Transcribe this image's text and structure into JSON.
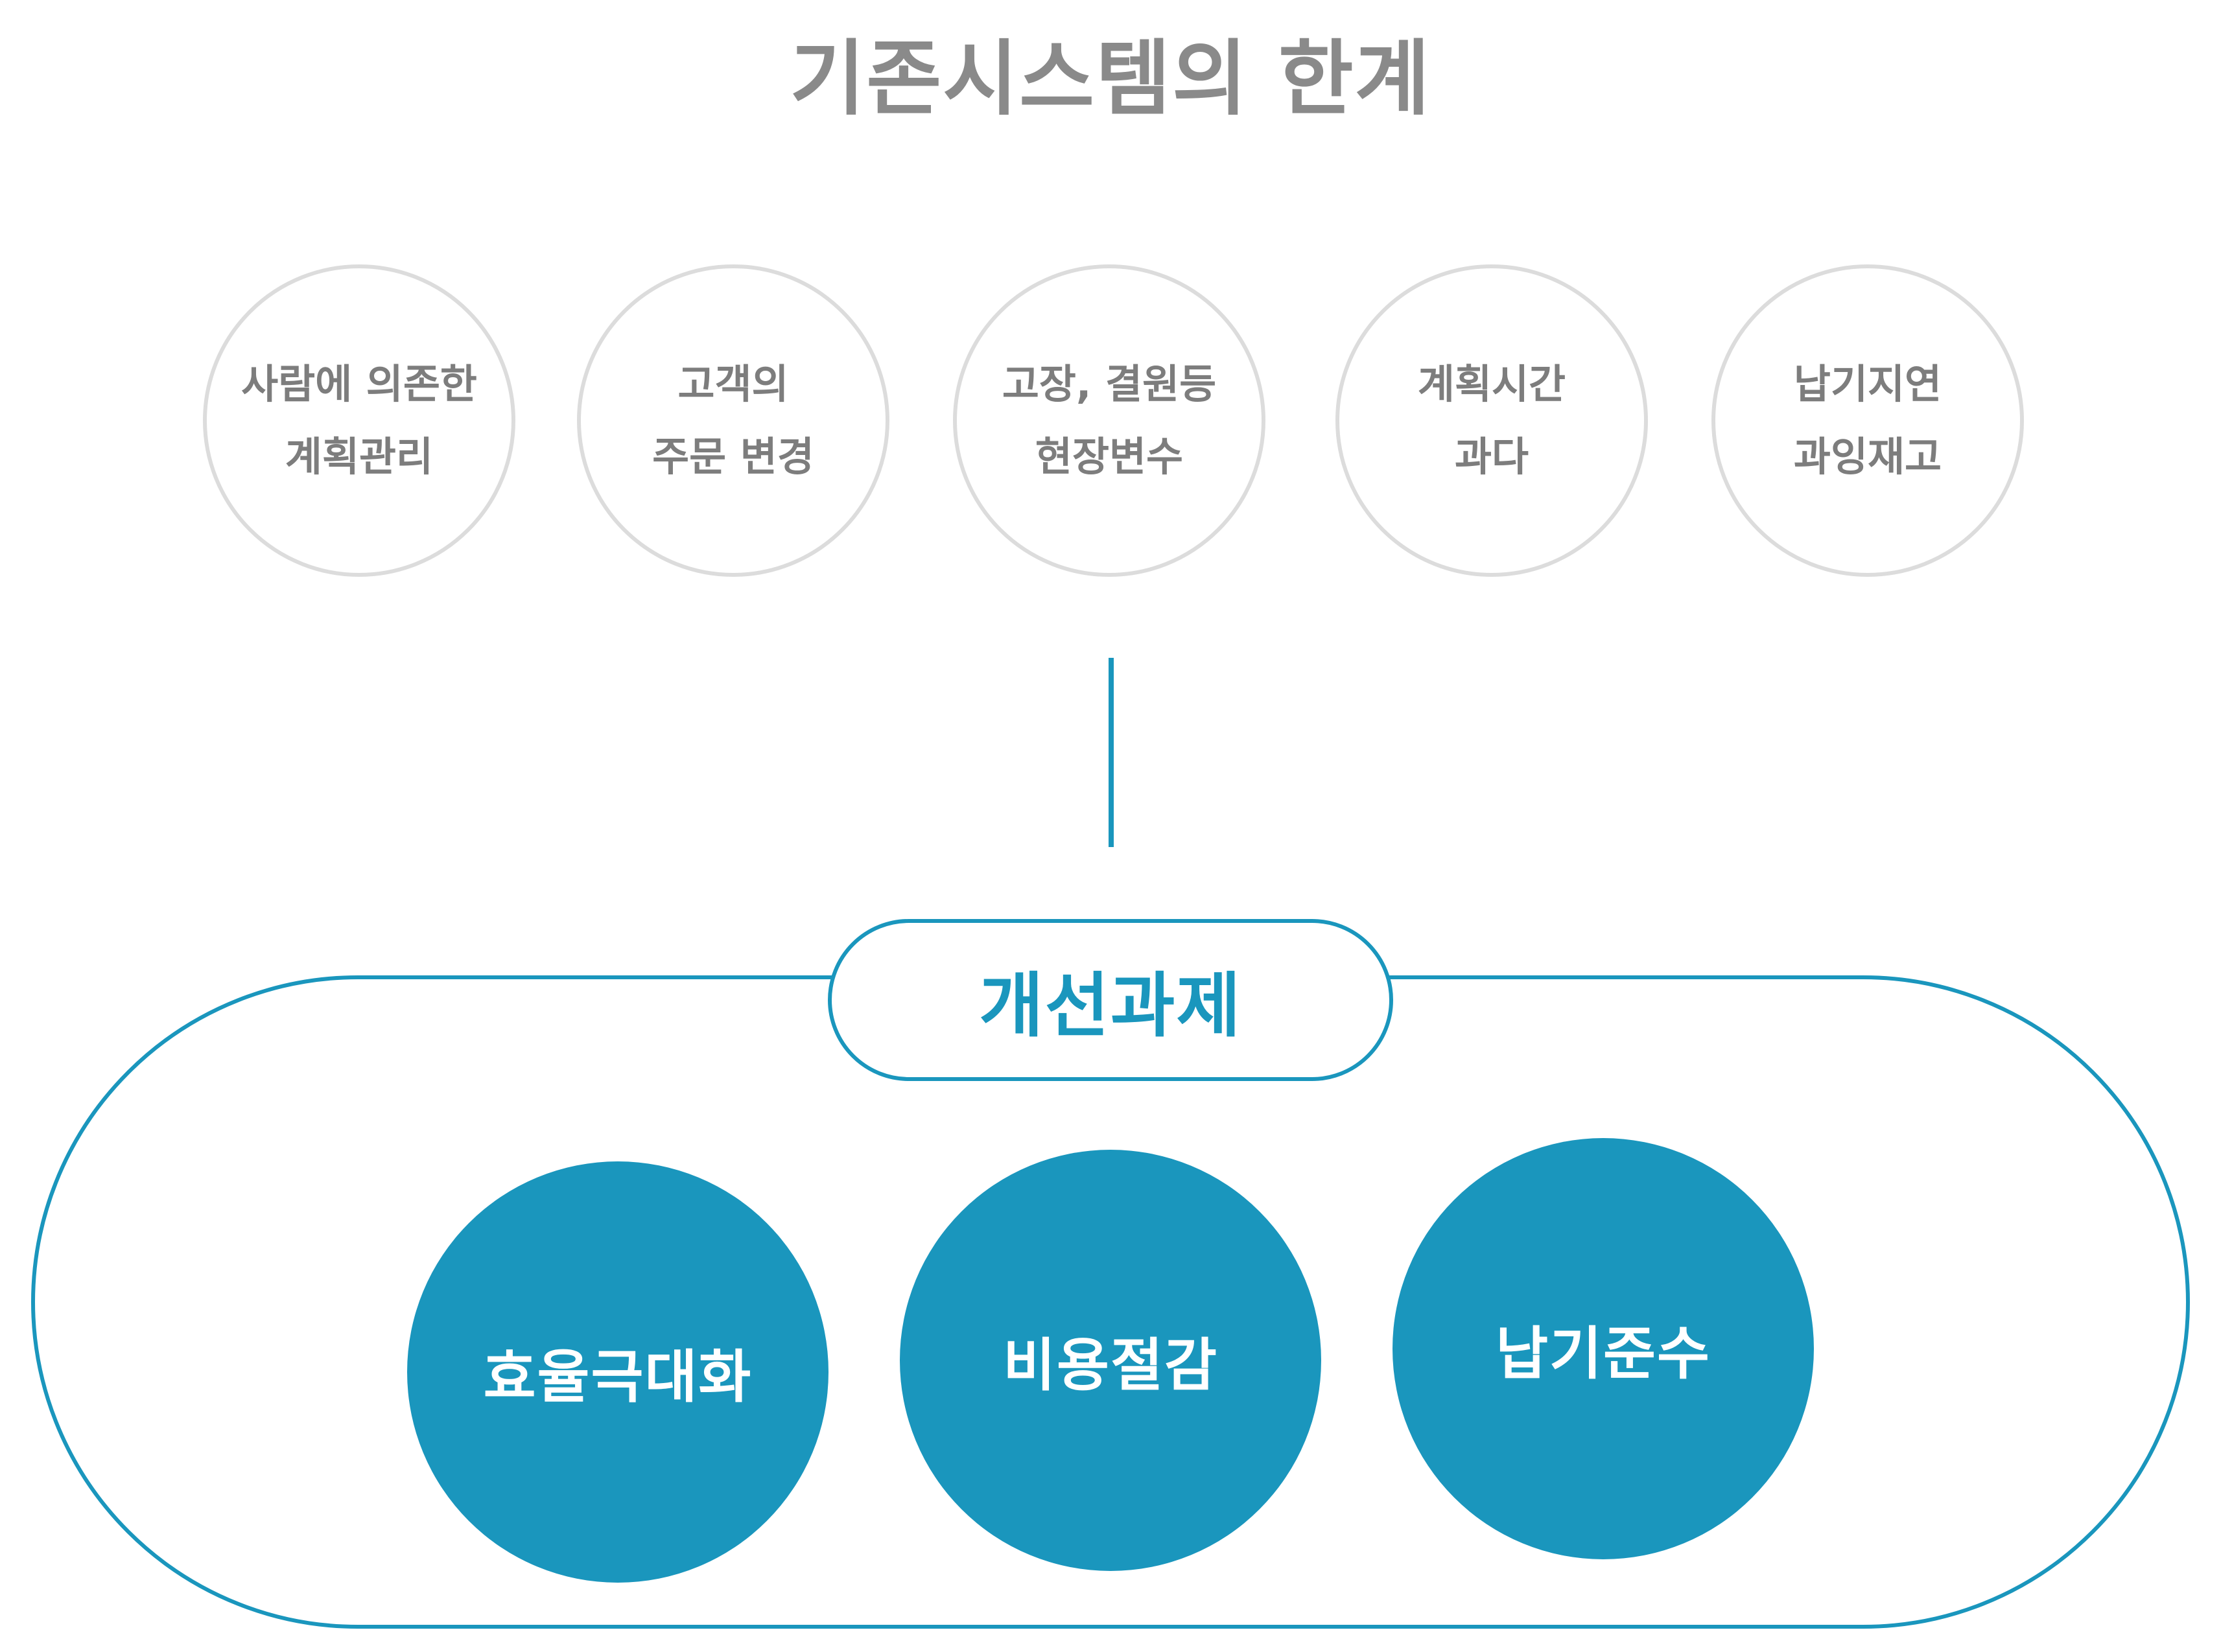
{
  "title": "기존시스템의 한계",
  "limitations": [
    {
      "line1": "사람에 의존한",
      "line2": "계획관리"
    },
    {
      "line1": "고객의",
      "line2": "주문 변경"
    },
    {
      "line1": "고장, 결원등",
      "line2": "현장변수"
    },
    {
      "line1": "계획시간",
      "line2": "과다"
    },
    {
      "line1": "납기지연",
      "line2": "과잉재고"
    }
  ],
  "improvement": {
    "label": "개선과제",
    "goals": [
      "효율극대화",
      "비용절감",
      "납기준수"
    ]
  },
  "colors": {
    "accent": "#1a96bd",
    "circle_border": "#dcdcdc",
    "title_text": "#8a8a8a",
    "limit_text": "#7d7d7d"
  }
}
